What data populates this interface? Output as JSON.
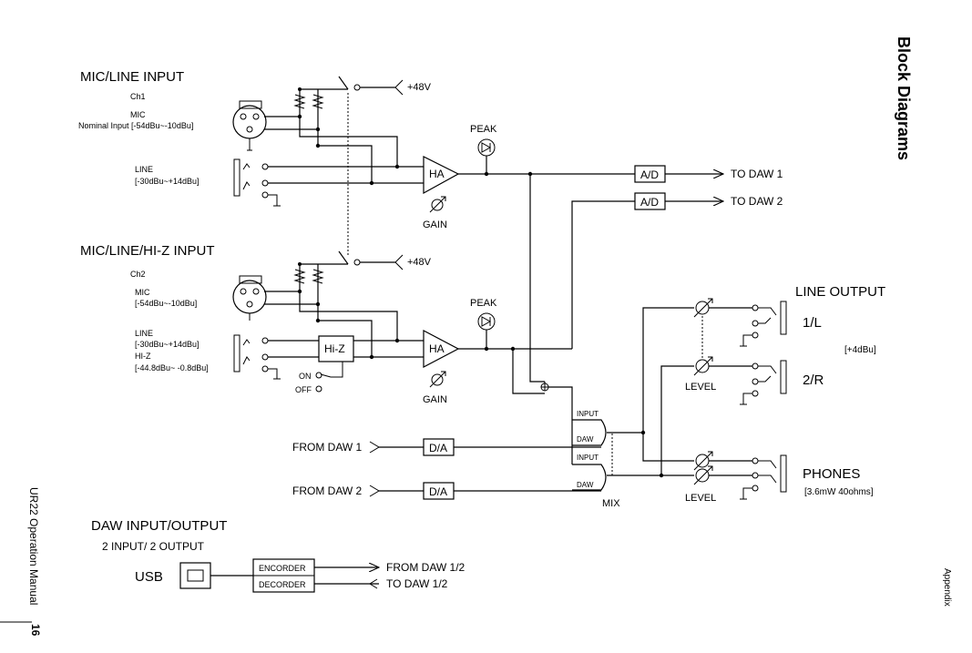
{
  "page": {
    "section_title": "Block Diagrams",
    "side_title": "UR22 Operation Manual",
    "page_number": "16",
    "section": "Appendix"
  },
  "ch1": {
    "heading": "MIC/LINE INPUT",
    "channel": "Ch1",
    "mic_label": "MIC",
    "mic_range": "Nominal Input [-54dBu~-10dBu]",
    "line_label": "LINE",
    "line_range": "[-30dBu~+14dBu]",
    "phantom": "+48V",
    "peak": "PEAK",
    "ha": "HA",
    "gain": "GAIN"
  },
  "ch2": {
    "heading": "MIC/LINE/HI-Z INPUT",
    "channel": "Ch2",
    "mic_label": "MIC",
    "mic_range": "[-54dBu~-10dBu]",
    "line_label": "LINE",
    "line_range": "[-30dBu~+14dBu]",
    "hiz_label": "HI-Z",
    "hiz_range": "[-44.8dBu~ -0.8dBu]",
    "hiz_box": "Hi-Z",
    "on": "ON",
    "off": "OFF",
    "phantom": "+48V",
    "peak": "PEAK",
    "ha": "HA",
    "gain": "GAIN"
  },
  "converters": {
    "ad1": "A/D",
    "ad2": "A/D",
    "to_daw1": "TO DAW 1",
    "to_daw2": "TO DAW 2",
    "da1": "D/A",
    "da2": "D/A",
    "from_daw1": "FROM DAW 1",
    "from_daw2": "FROM DAW 2"
  },
  "mix": {
    "input1": "INPUT",
    "daw1": "DAW",
    "input2": "INPUT",
    "daw2": "DAW",
    "label": "MIX"
  },
  "outputs": {
    "line_output": "LINE OUTPUT",
    "out1": "1/L",
    "out2": "2/R",
    "line_level": "[+4dBu]",
    "level1": "LEVEL",
    "phones": "PHONES",
    "phones_spec": "[3.6mW 40ohms]",
    "level2": "LEVEL"
  },
  "daw_io": {
    "heading": "DAW INPUT/OUTPUT",
    "subheading": "2 INPUT/ 2 OUTPUT",
    "usb": "USB",
    "encoder": "ENCORDER",
    "decoder": "DECORDER",
    "from_daw": "FROM DAW 1/2",
    "to_daw": "TO DAW 1/2"
  }
}
